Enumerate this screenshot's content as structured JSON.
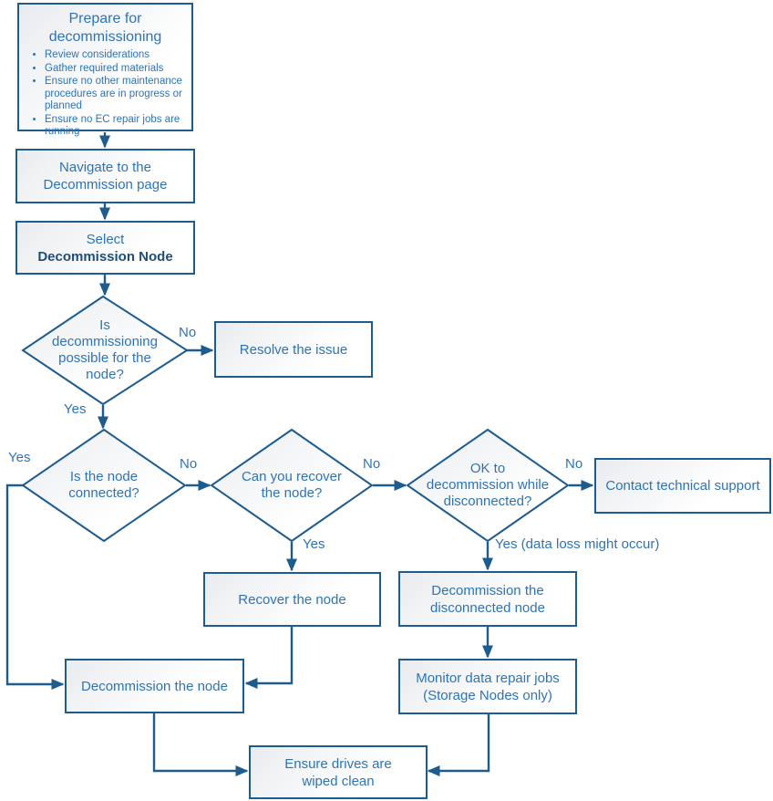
{
  "palette": {
    "line_color": "#1E5C8E",
    "text_color": "#2E74B5",
    "bold_text_color": "#1F4E79",
    "node_fill_start": "#E9ECEF",
    "node_fill_end": "#FFFFFF"
  },
  "nodes": {
    "prepare": {
      "title": "Prepare for\ndecommissioning",
      "bullets": [
        "Review considerations",
        "Gather required materials",
        "Ensure no other maintenance procedures are in progress or planned",
        "Ensure no EC repair jobs are running"
      ]
    },
    "navigate": {
      "label": "Navigate to the\nDecommission page"
    },
    "select": {
      "line1": "Select",
      "line2": "Decommission Node"
    },
    "decide_possible": {
      "label": "Is\ndecommissioning\npossible for the\nnode?"
    },
    "resolve": {
      "label": "Resolve the issue"
    },
    "decide_connected": {
      "label": "Is the node\nconnected?"
    },
    "decide_recover": {
      "label": "Can you recover\nthe node?"
    },
    "decide_ok_disconnected": {
      "label": "OK to\ndecommission while\ndisconnected?"
    },
    "contact_support": {
      "label": "Contact technical support"
    },
    "recover_node": {
      "label": "Recover the node"
    },
    "decommission_disconnected": {
      "label": "Decommission the\ndisconnected node"
    },
    "monitor_repair": {
      "label": "Monitor data repair jobs\n(Storage Nodes only)"
    },
    "decommission_node": {
      "label": "Decommission the node"
    },
    "wipe_drives": {
      "label": "Ensure drives are\nwiped clean"
    }
  },
  "edges": {
    "possible_no": "No",
    "possible_yes": "Yes",
    "connected_yes": "Yes",
    "connected_no": "No",
    "recover_no": "No",
    "recover_yes": "Yes",
    "ok_no": "No",
    "ok_yes": "Yes (data loss might occur)"
  }
}
